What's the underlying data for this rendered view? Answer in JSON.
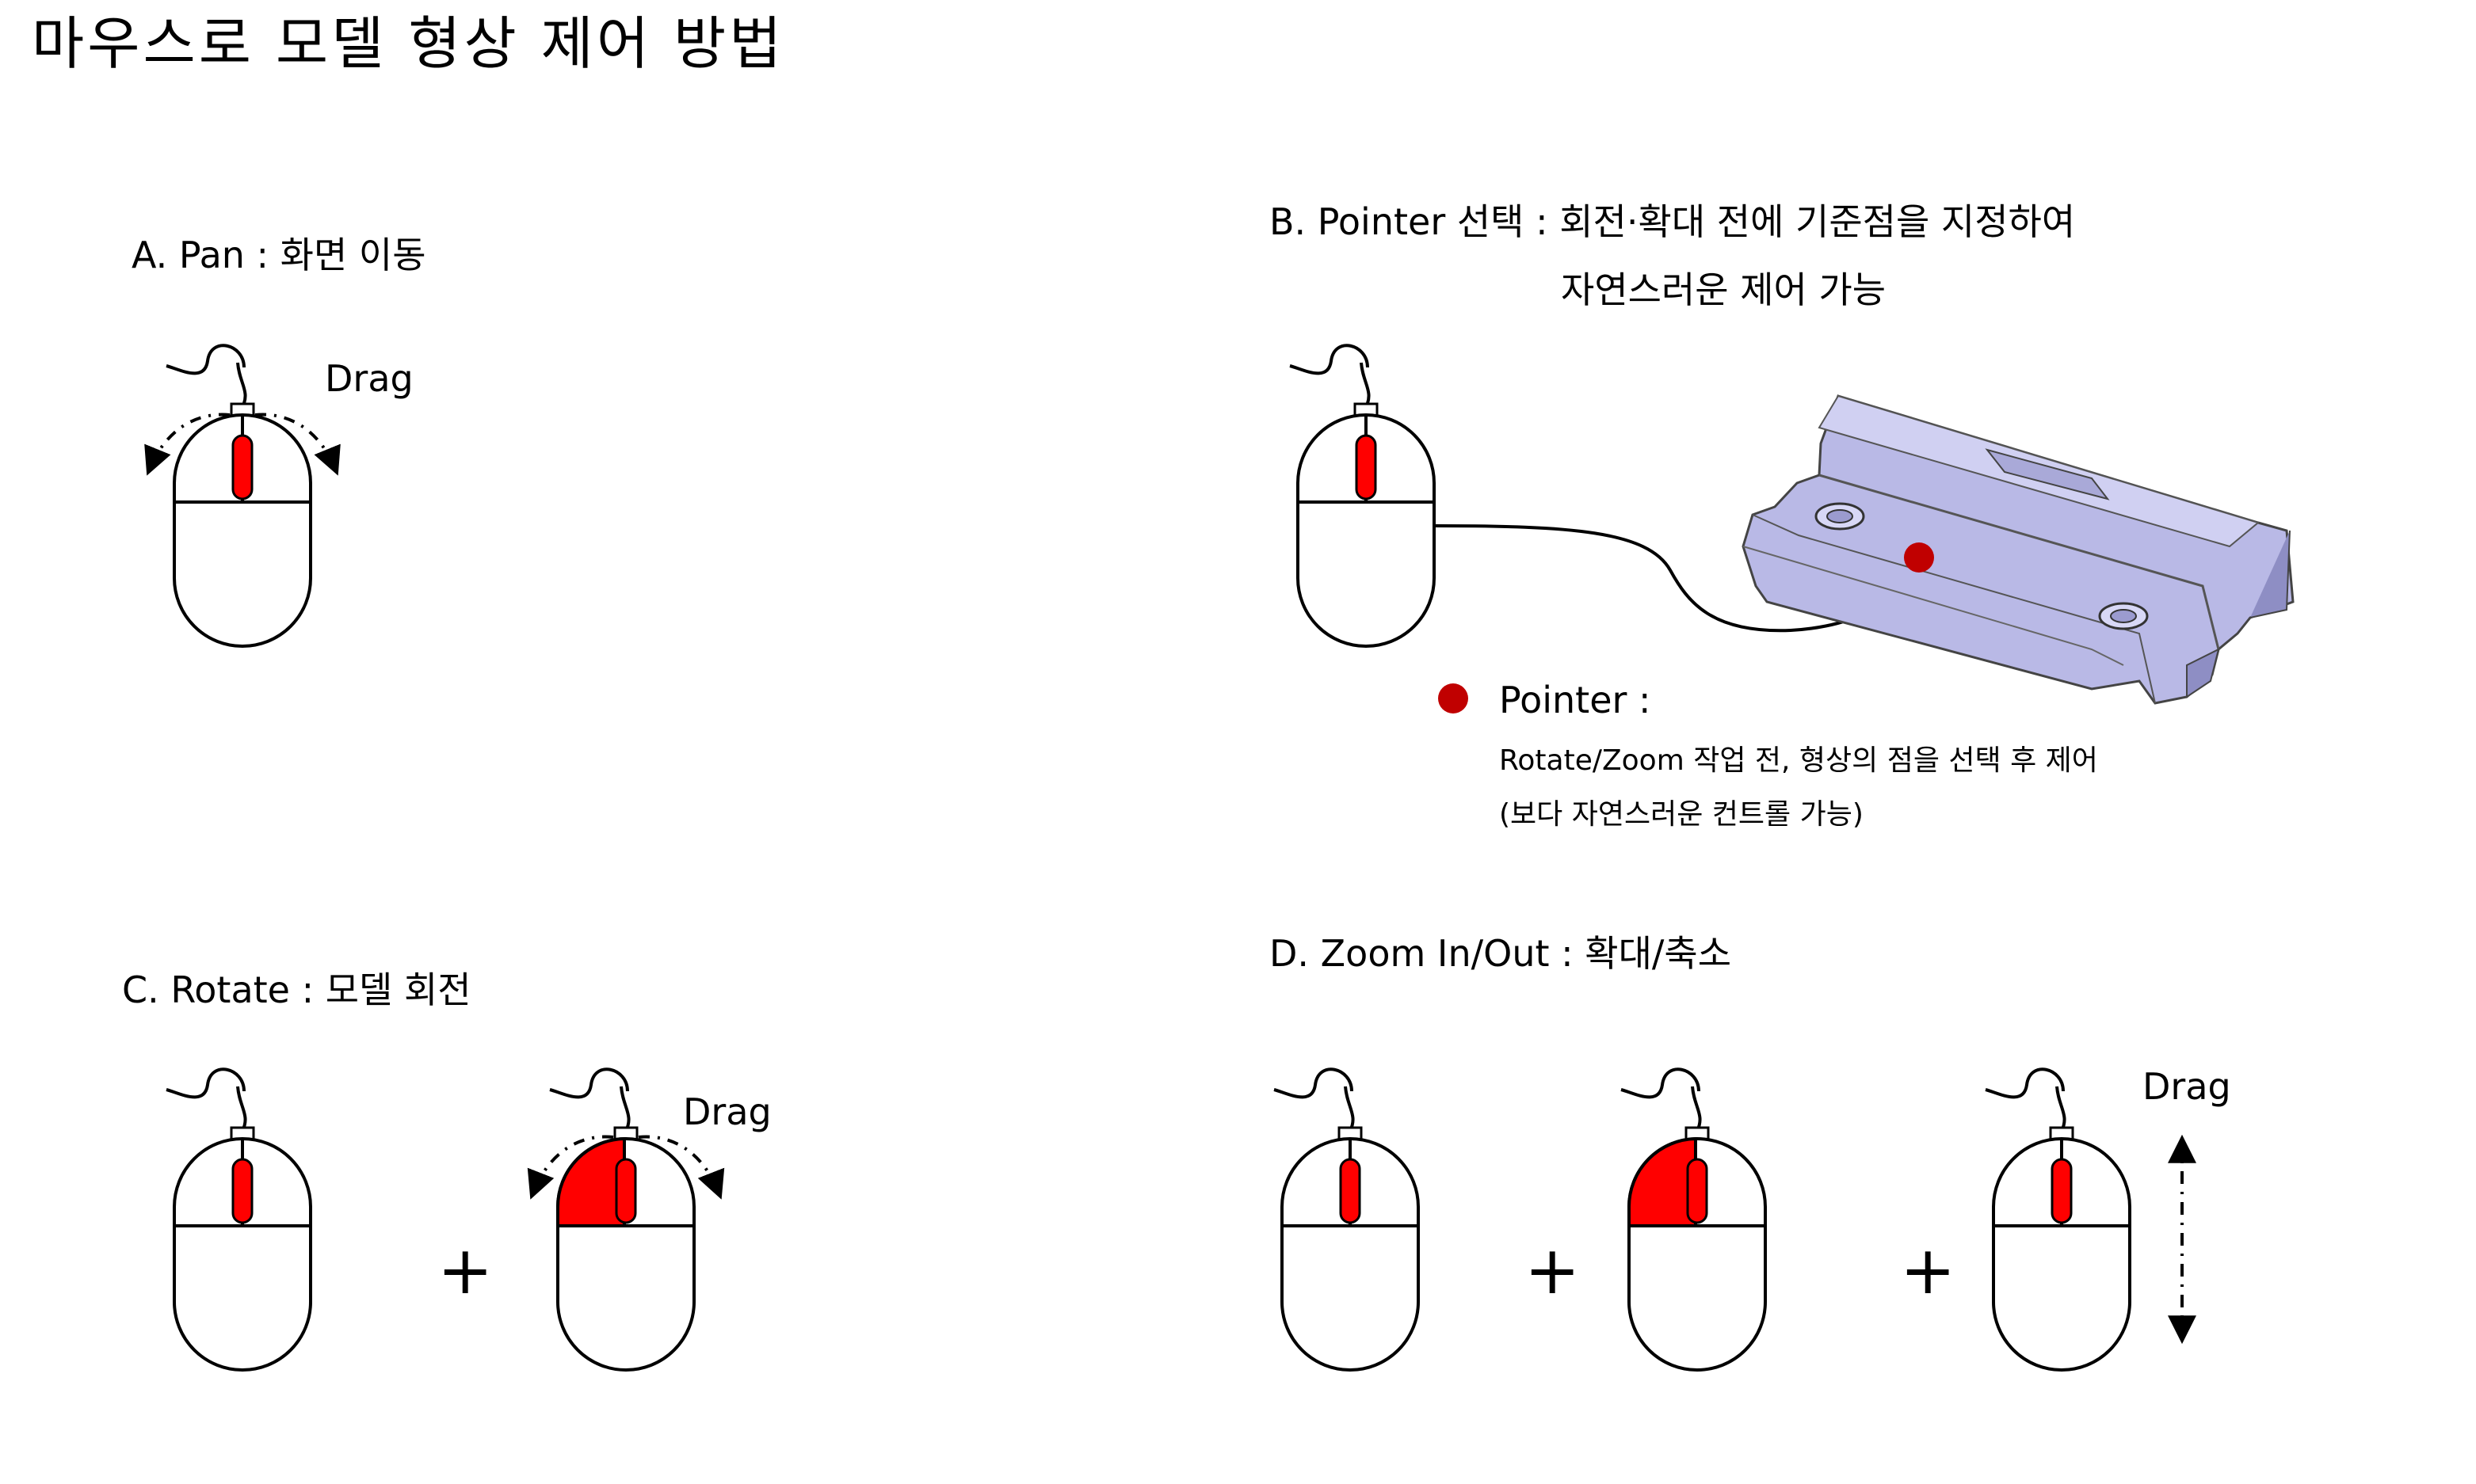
{
  "title": "마우스로 모델 형상 제어 방법",
  "pan": {
    "heading": "A. Pan : 화면 이동",
    "drag": "Drag"
  },
  "pointer_select": {
    "heading_line1": "B. Pointer 선택 : 회전·확대 전에 기준점을 지정하여",
    "heading_line2": "자연스러운 제어 가능",
    "legend_label": "Pointer :",
    "legend_desc1": "Rotate/Zoom 작업 전, 형상의 점을 선택 후 제어",
    "legend_desc2": "(보다 자연스러운 컨트롤 가능)"
  },
  "rotate": {
    "heading": "C. Rotate : 모델 회전",
    "drag": "Drag",
    "plus": "+"
  },
  "zoom": {
    "heading": "D. Zoom In/Out : 확대/축소",
    "drag": "Drag",
    "plus1": "+",
    "plus2": "+"
  },
  "colors": {
    "button_red": "#ff0000",
    "pointer_red": "#c00000",
    "part_fill": "#b9b9e6",
    "part_top": "#c9c9ef",
    "part_side": "#8e8ec4"
  }
}
